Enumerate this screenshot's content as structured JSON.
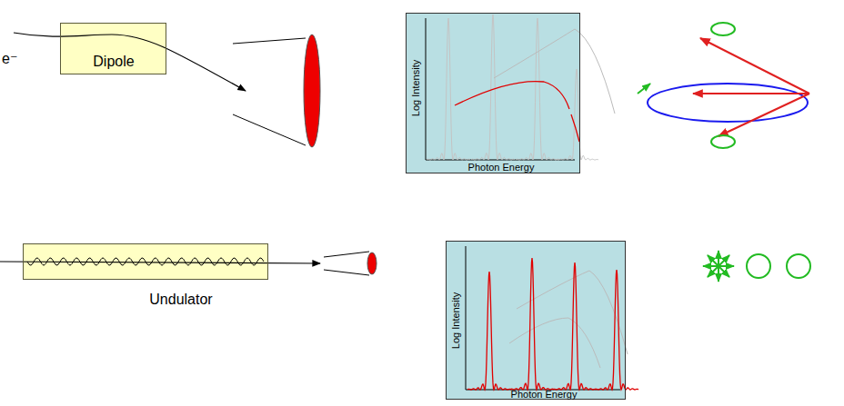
{
  "diagram": {
    "nodes": [
      {
        "text": [
          "Dipole"
        ]
      },
      {
        "text": [
          "Log Intensity",
          "Photon Energy"
        ]
      },
      {
        "text": [
          "Undulator"
        ]
      },
      {
        "text": [
          "Log Intensity",
          "Photon Energy"
        ]
      }
    ],
    "labels": [
      "e⁻"
    ]
  }
}
